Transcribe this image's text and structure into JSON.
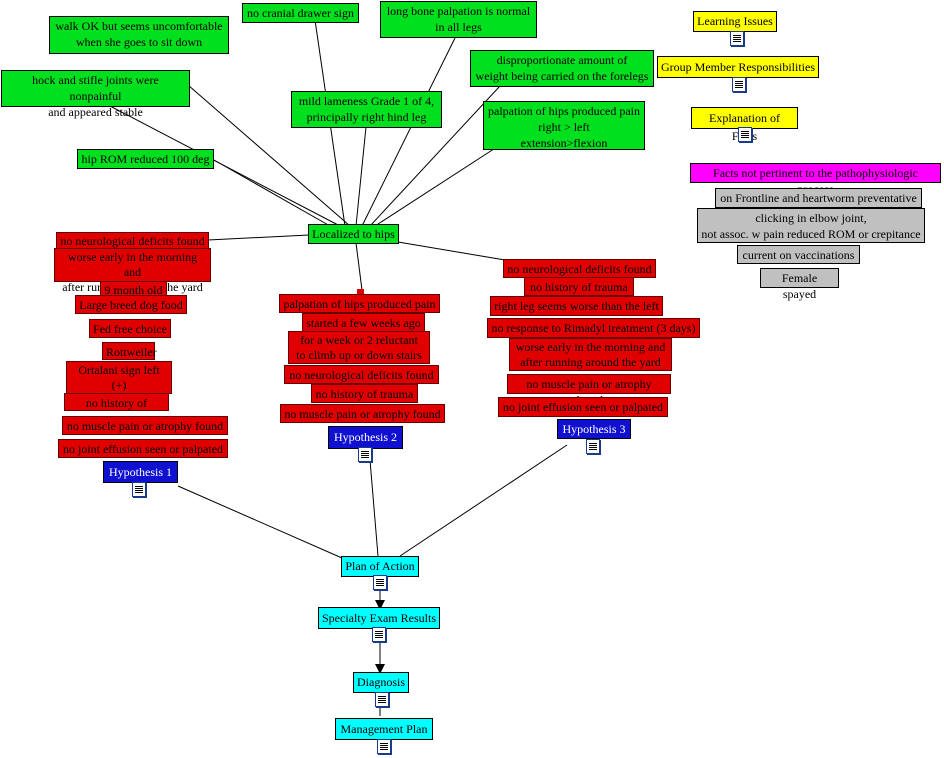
{
  "nodes": {
    "walk_ok": "walk OK but seems uncomfortable\nwhen she goes to sit down",
    "no_cranial_drawer": "no cranial drawer sign",
    "long_bone": "long bone  palpation is normal\nin all legs",
    "hock_stifle": "hock and stifle joints were nonpainful\nand appeared stable",
    "mild_lameness": "mild lameness Grade 1 of 4,\nprincipally right hind leg",
    "disproportionate": "disproportionate amount of\nweight being carried on the forelegs",
    "palpation_hips_top": "palpation of hips produced pain\nright > left\nextension>flexion",
    "hip_rom": "hip ROM reduced 100 deg",
    "localized": "Localized to hips",
    "h1_items": [
      "no neurological deficits found",
      "worse early in the morning and\nafter running around the yard",
      "9 month old",
      "Large breed dog food",
      "Fed free choice",
      "Rottweiler",
      "Ortalani sign left (+)\nright not eval (pain)",
      "no history of trauma",
      "no muscle pain or atrophy found",
      "no joint effusion seen or palpated"
    ],
    "h2_items": [
      "palpation of hips produced pain",
      "started a few weeks ago",
      "for a week or 2  reluctant\nto climb up or down stairs",
      "no neurological deficits found",
      "no history of trauma",
      "no muscle pain or atrophy found"
    ],
    "h3_items": [
      "no neurological deficits found",
      "no history of trauma",
      "right leg seems worse than the left",
      "no response to Rimadyl treatment (3 days)",
      "worse early in the morning and\nafter running around the yard",
      "no muscle pain or atrophy found",
      "no joint effusion seen or palpated"
    ],
    "hypothesis1": "Hypothesis 1",
    "hypothesis2": "Hypothesis 2",
    "hypothesis3": "Hypothesis 3",
    "plan_of_action": "Plan of Action",
    "specialty_exam": "Specialty Exam Results",
    "diagnosis": "Diagnosis",
    "management_plan": "Management Plan",
    "learning_issues": "Learning Issues",
    "group_member": "Group Member Responsibilities",
    "explanation": "Explanation of Facts",
    "facts_not_pertinent": "Facts not pertinent to the pathophysiologic process",
    "frontline": "on Frontline and heartworm preventative",
    "elbow": "clicking in elbow joint,\nnot assoc. w pain reduced ROM or crepitance",
    "vaccinations": "current on vaccinations",
    "spayed": "Female spayed"
  },
  "icons": {
    "document": "document-icon"
  },
  "colors": {
    "finding": "#00e01e",
    "hypothesis_evidence": "#e10000",
    "hypothesis": "#1010d0",
    "process": "#00ffff",
    "notes": "#ffff00",
    "not_pertinent_header": "#ff00ff",
    "not_pertinent_item": "#c0c0c0"
  }
}
